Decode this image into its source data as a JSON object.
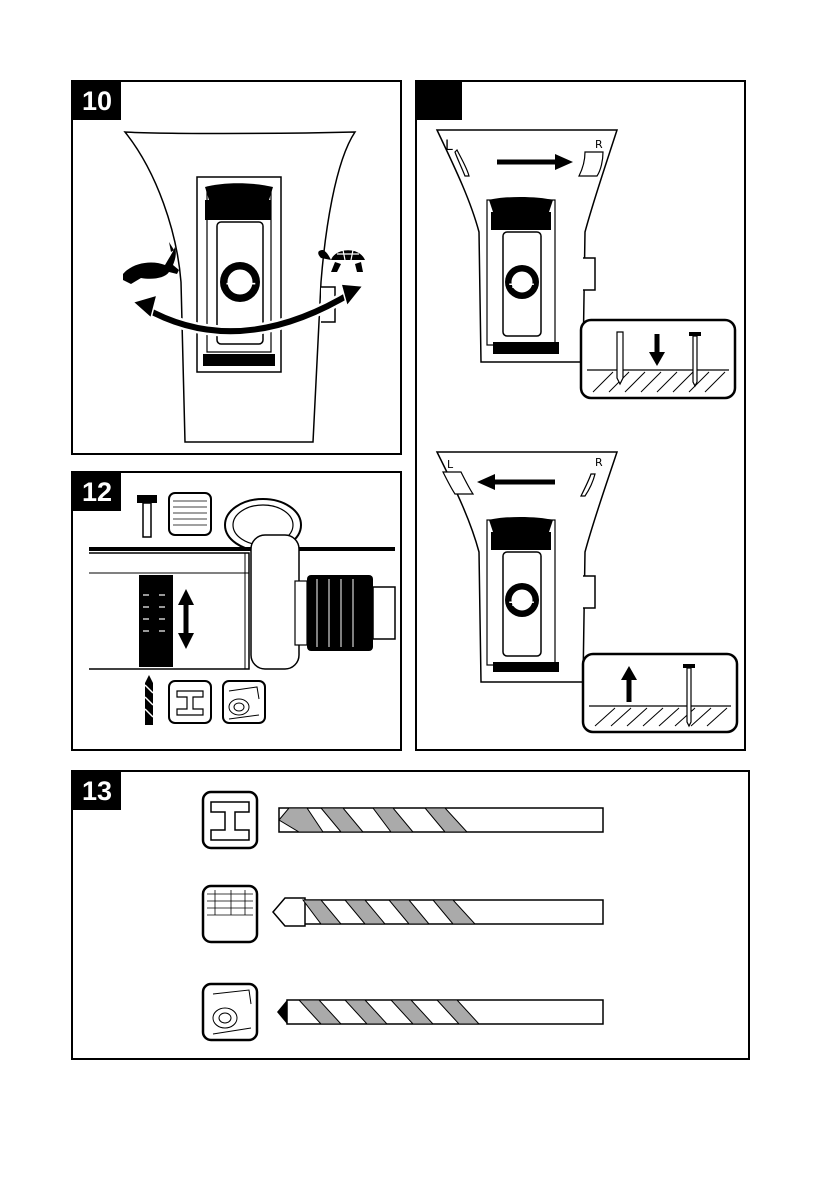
{
  "panels": {
    "p10": {
      "number": "10"
    },
    "p11": {
      "number": ""
    },
    "p12": {
      "number": "12"
    },
    "p13": {
      "number": "13"
    }
  },
  "labels": {
    "left": "L",
    "right": "R",
    "speed_plus": "+",
    "speed_minus": "−"
  },
  "icons": {
    "fast": "hare-icon",
    "slow": "tortoise-icon",
    "hammer": "hammer-icon",
    "masonry": "brick-icon",
    "metal": "steel-beam-icon",
    "wood": "wood-icon",
    "drill_bit": "drill-bit-icon",
    "screw": "screw-icon"
  }
}
